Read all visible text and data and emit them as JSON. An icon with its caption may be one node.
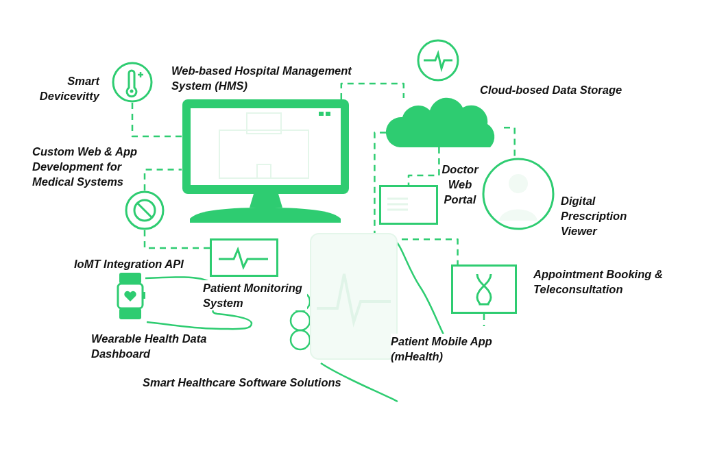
{
  "diagram": {
    "nodes": [
      {
        "text": [],
        "shape": "circle",
        "beside": [
          "Smart Devicevitty"
        ]
      },
      {
        "text": [],
        "shape": "picture",
        "beside": [
          "Web-based Hospital Management System (HMS)"
        ]
      },
      {
        "text": [],
        "shape": "circle"
      },
      {
        "text": [],
        "shape": "cloud",
        "beside": [
          "Cloud-bosed Data Storage"
        ]
      },
      {
        "text": [],
        "shape": "box",
        "beside": [
          "Doctor Web Portal"
        ]
      },
      {
        "text": [],
        "shape": "circle",
        "beside": [
          "Digital Prescription Viewer"
        ]
      },
      {
        "text": [],
        "shape": "circle",
        "beside": [
          "Custom Web & App Development for Medical Systems"
        ]
      },
      {
        "text": [],
        "shape": "box",
        "beside": [
          "Patient Monitoring System"
        ]
      },
      {
        "text": [],
        "shape": "picture",
        "beside": [
          "Wearable Health Data Dashboard"
        ]
      },
      {
        "text": [],
        "shape": "picture",
        "beside": [
          "Patient Mobile App (mHealth)"
        ]
      },
      {
        "text": [],
        "shape": "box",
        "beside": [
          "Appointment Booking & Teleconsultation"
        ]
      }
    ],
    "edges": [
      {
        "from": 0,
        "to": 1,
        "arrow": "none",
        "style": "dashed"
      },
      {
        "from": 6,
        "to": 1,
        "arrow": "none",
        "style": "dashed"
      },
      {
        "from": 6,
        "to": 7,
        "arrow": "none",
        "style": "dashed"
      },
      {
        "from": 1,
        "to": 3,
        "arrow": "none",
        "style": "dashed"
      },
      {
        "from": 3,
        "to": 4,
        "arrow": "none",
        "style": "dashed"
      },
      {
        "from": 3,
        "to": 9,
        "arrow": "none",
        "style": "dashed"
      },
      {
        "from": 3,
        "to": 5,
        "arrow": "none",
        "style": "dashed"
      },
      {
        "from": 9,
        "to": 10,
        "arrow": "none",
        "style": "dashed"
      },
      {
        "from": 10,
        "to": null,
        "arrow": "none",
        "style": "dashed"
      }
    ],
    "labels": [
      "IoMT Integration API",
      "Smart Healthcare Software Solutions"
    ]
  }
}
